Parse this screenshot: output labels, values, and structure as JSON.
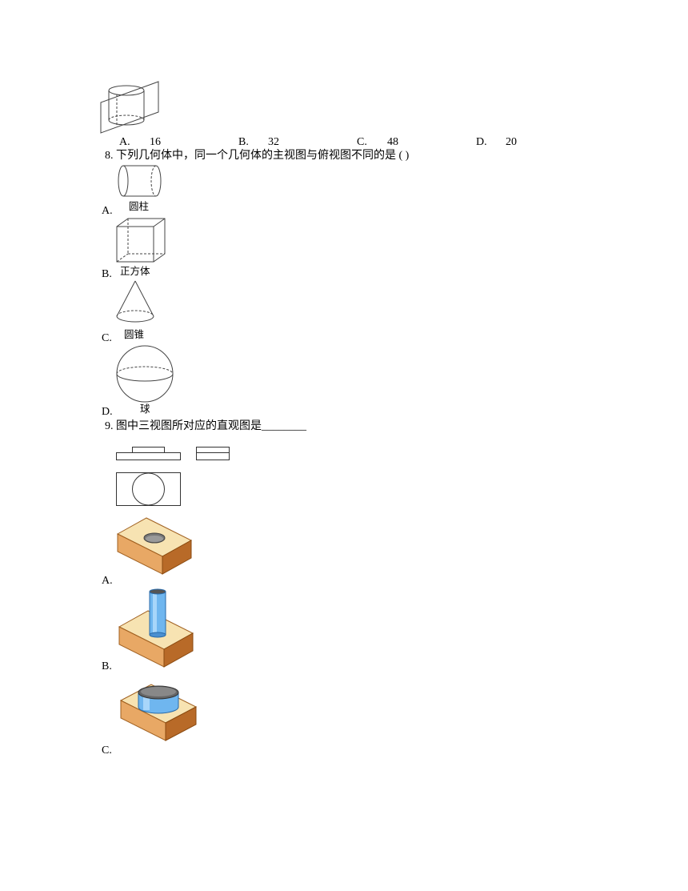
{
  "q7": {
    "options": [
      {
        "letter": "A.",
        "value": "16"
      },
      {
        "letter": "B.",
        "value": "32"
      },
      {
        "letter": "C.",
        "value": "48"
      },
      {
        "letter": "D.",
        "value": "20"
      }
    ]
  },
  "q8": {
    "stem": "8. 下列几何体中，同一个几何体的主视图与俯视图不同的是 (      )",
    "options": [
      {
        "letter": "A.",
        "caption": "圆柱"
      },
      {
        "letter": "B.",
        "caption": "正方体"
      },
      {
        "letter": "C.",
        "caption": "圆锥"
      },
      {
        "letter": "D.",
        "caption": "球"
      }
    ]
  },
  "q9": {
    "stem": "9. 图中三视图所对应的直观图是________",
    "options": [
      {
        "letter": "A."
      },
      {
        "letter": "B."
      },
      {
        "letter": "C."
      }
    ]
  }
}
